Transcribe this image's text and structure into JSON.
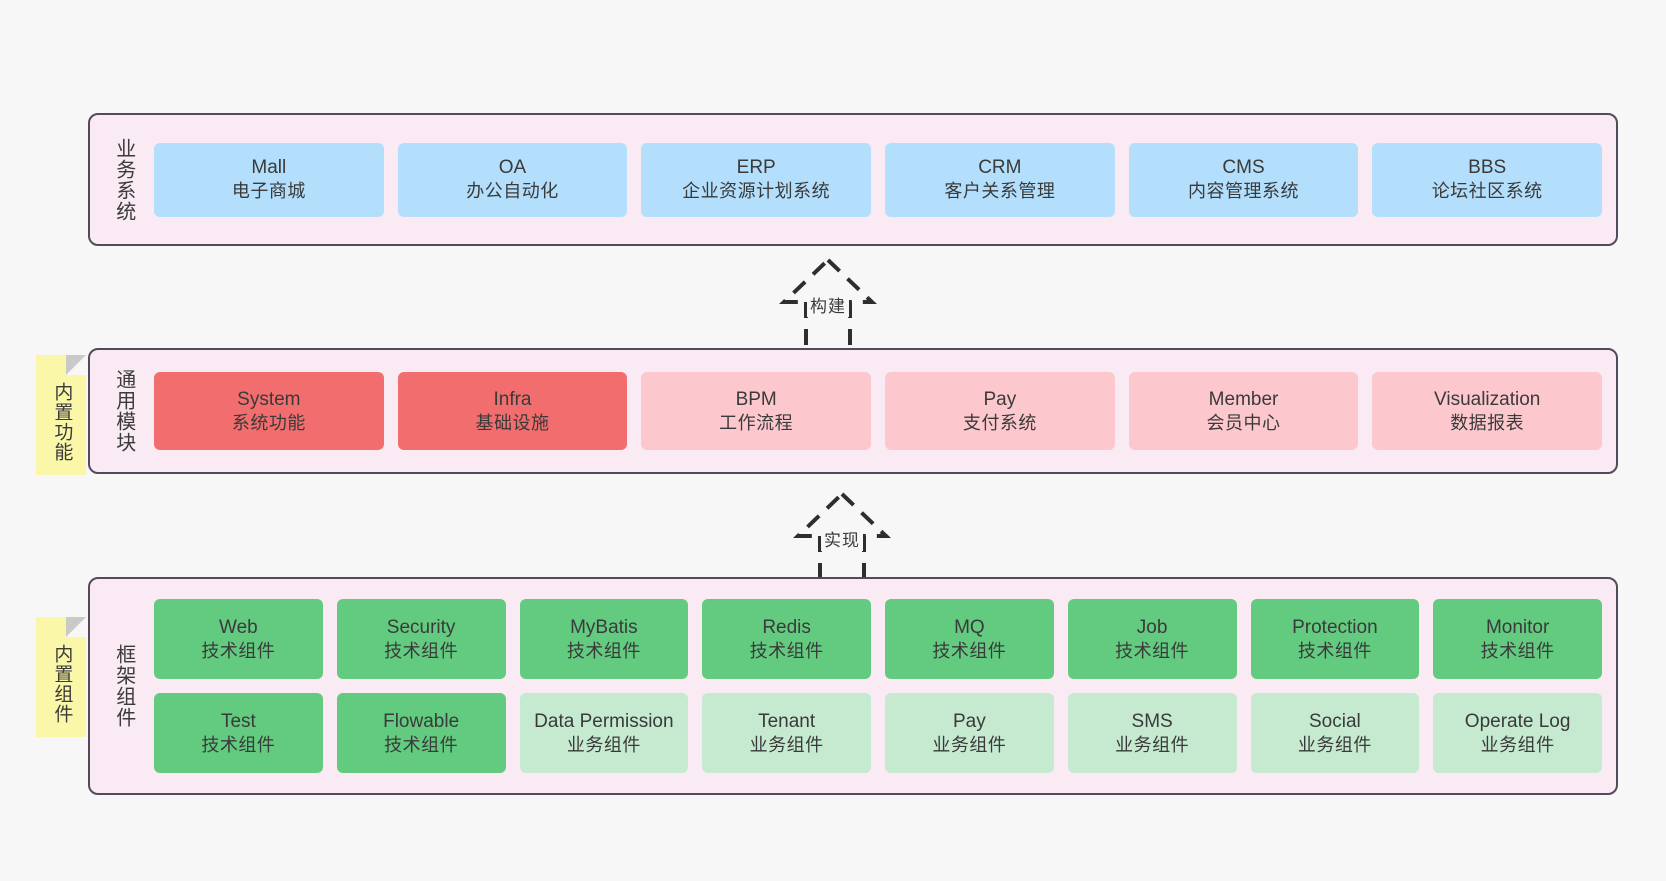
{
  "colors": {
    "panel_bg": "#f9eaf4",
    "panel_border": "#544b5a",
    "page_bg": "#f7f7f7",
    "blue": "#b3dffc",
    "red": "#f26d6d",
    "pink": "#fcc8ce",
    "green": "#63cb7f",
    "light_green": "#c5ead0",
    "sticky_yellow": "#fbf7a8"
  },
  "layers": {
    "business": {
      "title": "业务系统",
      "cells": [
        {
          "en": "Mall",
          "cn": "电子商城"
        },
        {
          "en": "OA",
          "cn": "办公自动化"
        },
        {
          "en": "ERP",
          "cn": "企业资源计划系统"
        },
        {
          "en": "CRM",
          "cn": "客户关系管理"
        },
        {
          "en": "CMS",
          "cn": "内容管理系统"
        },
        {
          "en": "BBS",
          "cn": "论坛社区系统"
        }
      ]
    },
    "common": {
      "title": "通用模块",
      "sticky": "内置功能",
      "cells": [
        {
          "en": "System",
          "cn": "系统功能",
          "variant": "c-red"
        },
        {
          "en": "Infra",
          "cn": "基础设施",
          "variant": "c-red"
        },
        {
          "en": "BPM",
          "cn": "工作流程",
          "variant": "c-pink"
        },
        {
          "en": "Pay",
          "cn": "支付系统",
          "variant": "c-pink"
        },
        {
          "en": "Member",
          "cn": "会员中心",
          "variant": "c-pink"
        },
        {
          "en": "Visualization",
          "cn": "数据报表",
          "variant": "c-pink"
        }
      ]
    },
    "framework": {
      "title": "框架组件",
      "sticky": "内置组件",
      "row1": [
        {
          "en": "Web",
          "cn": "技术组件",
          "variant": "c-green"
        },
        {
          "en": "Security",
          "cn": "技术组件",
          "variant": "c-green"
        },
        {
          "en": "MyBatis",
          "cn": "技术组件",
          "variant": "c-green"
        },
        {
          "en": "Redis",
          "cn": "技术组件",
          "variant": "c-green"
        },
        {
          "en": "MQ",
          "cn": "技术组件",
          "variant": "c-green"
        },
        {
          "en": "Job",
          "cn": "技术组件",
          "variant": "c-green"
        },
        {
          "en": "Protection",
          "cn": "技术组件",
          "variant": "c-green"
        },
        {
          "en": "Monitor",
          "cn": "技术组件",
          "variant": "c-green"
        }
      ],
      "row2": [
        {
          "en": "Test",
          "cn": "技术组件",
          "variant": "c-green"
        },
        {
          "en": "Flowable",
          "cn": "技术组件",
          "variant": "c-green"
        },
        {
          "en": "Data Permission",
          "cn": "业务组件",
          "variant": "c-lightgreen"
        },
        {
          "en": "Tenant",
          "cn": "业务组件",
          "variant": "c-lightgreen"
        },
        {
          "en": "Pay",
          "cn": "业务组件",
          "variant": "c-lightgreen"
        },
        {
          "en": "SMS",
          "cn": "业务组件",
          "variant": "c-lightgreen"
        },
        {
          "en": "Social",
          "cn": "业务组件",
          "variant": "c-lightgreen"
        },
        {
          "en": "Operate Log",
          "cn": "业务组件",
          "variant": "c-lightgreen"
        }
      ]
    }
  },
  "connectors": {
    "build": "构建",
    "implement": "实现"
  }
}
